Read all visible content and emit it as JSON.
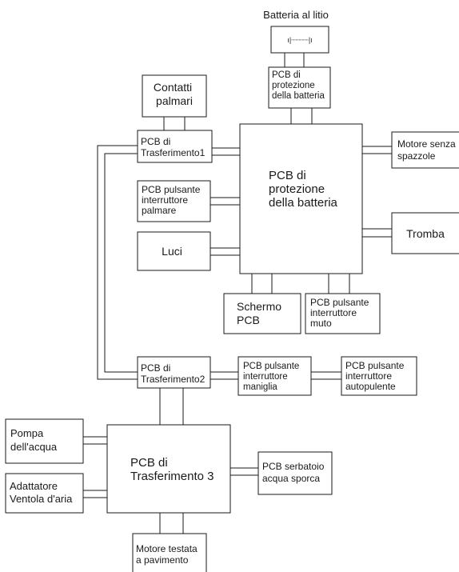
{
  "title": "Batteria al litio",
  "battery_symbol": "ı|┈┈┈┈|ı",
  "blocks": {
    "contatti_palmari": [
      "Contatti",
      "palmari"
    ],
    "pcb_protezione_small": [
      "PCB di",
      "protezione",
      "della batteria"
    ],
    "pcb_trasferimento_1": [
      "PCB di",
      "Trasferimento1"
    ],
    "pcb_protezione_main": [
      "PCB di",
      "protezione",
      "della batteria"
    ],
    "motore_senza_spazzole": [
      "Motore senza",
      "spazzole"
    ],
    "pcb_pulsante_palmare": [
      "PCB pulsante",
      "interruttore",
      "palmare"
    ],
    "tromba": [
      "Tromba"
    ],
    "luci": [
      "Luci"
    ],
    "schermo_pcb": [
      "Schermo",
      "PCB"
    ],
    "pcb_pulsante_muto": [
      "PCB pulsante",
      "interruttore",
      "muto"
    ],
    "pcb_trasferimento_2": [
      "PCB di",
      "Trasferimento2"
    ],
    "pcb_pulsante_maniglia": [
      "PCB pulsante",
      "interruttore",
      "maniglia"
    ],
    "pcb_pulsante_autopulente": [
      "PCB pulsante",
      "interruttore",
      "autopulente"
    ],
    "pompa_acqua": [
      "Pompa",
      "dell'acqua"
    ],
    "pcb_trasferimento_3": [
      "PCB di",
      "Trasferimento 3"
    ],
    "pcb_serbatoio": [
      "PCB serbatoio",
      "acqua sporca"
    ],
    "adattatore_ventola": [
      "Adattatore",
      "Ventola d'aria"
    ],
    "motore_testata": [
      "Motore testata",
      "a pavimento"
    ]
  }
}
